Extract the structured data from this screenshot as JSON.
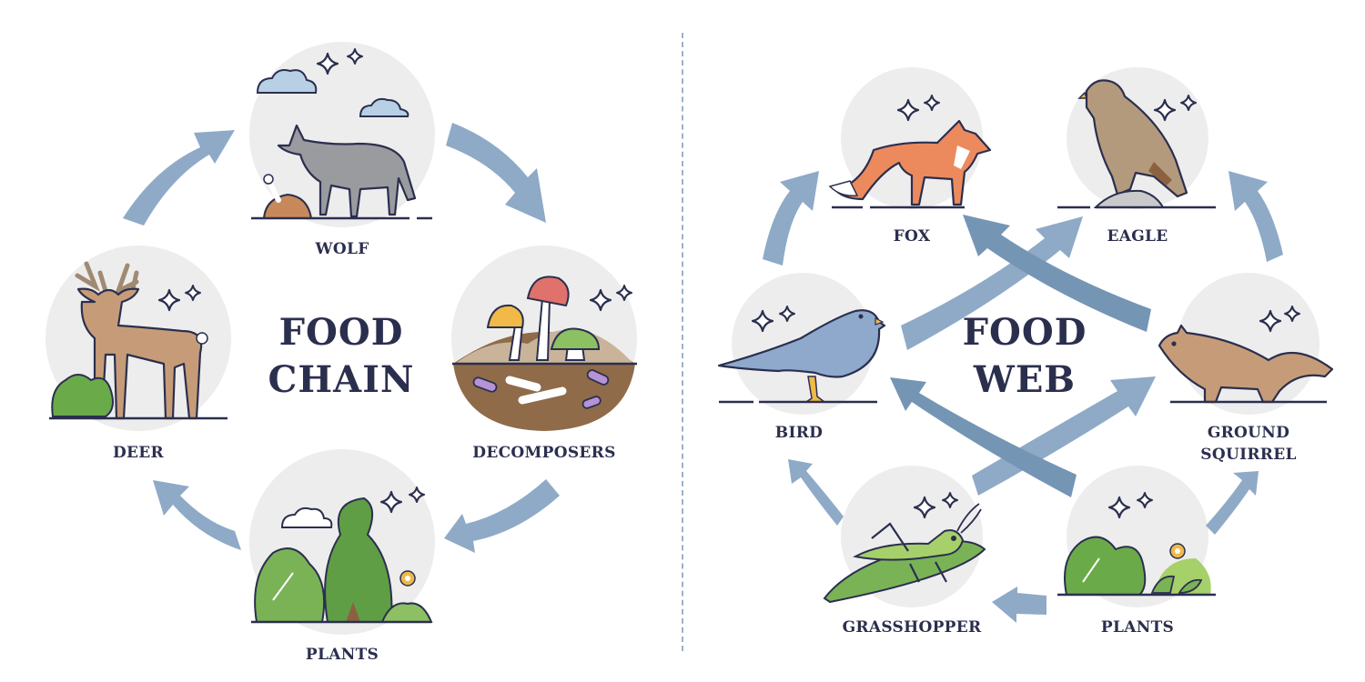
{
  "colors": {
    "text": "#2b2f4e",
    "arrow": "#8eaac7",
    "arrow_dark": "#7595b5",
    "circle_bg": "#ededee",
    "divider": "#9fb0c6",
    "outline": "#2b2f4e"
  },
  "food_chain": {
    "title_line1": "FOOD",
    "title_line2": "CHAIN",
    "nodes": [
      {
        "id": "wolf",
        "label": "WOLF",
        "icon": "wolf-icon"
      },
      {
        "id": "decomposers",
        "label": "DECOMPOSERS",
        "icon": "mushrooms-icon"
      },
      {
        "id": "plants",
        "label": "PLANTS",
        "icon": "plants-icon"
      },
      {
        "id": "deer",
        "label": "DEER",
        "icon": "deer-icon"
      }
    ],
    "arrows": [
      {
        "from": "deer",
        "to": "wolf"
      },
      {
        "from": "wolf",
        "to": "decomposers"
      },
      {
        "from": "decomposers",
        "to": "plants"
      },
      {
        "from": "plants",
        "to": "deer"
      }
    ]
  },
  "food_web": {
    "title_line1": "FOOD",
    "title_line2": "WEB",
    "nodes": [
      {
        "id": "fox",
        "label": "FOX",
        "icon": "fox-icon"
      },
      {
        "id": "eagle",
        "label": "EAGLE",
        "icon": "eagle-icon"
      },
      {
        "id": "bird",
        "label": "BIRD",
        "icon": "bird-icon"
      },
      {
        "id": "ground_squirrel",
        "label_line1": "GROUND",
        "label_line2": "SQUIRREL",
        "icon": "squirrel-icon"
      },
      {
        "id": "grasshopper",
        "label": "GRASSHOPPER",
        "icon": "grasshopper-icon"
      },
      {
        "id": "plants",
        "label": "PLANTS",
        "icon": "plants-icon"
      }
    ],
    "arrows": [
      {
        "from": "bird",
        "to": "fox"
      },
      {
        "from": "bird",
        "to": "eagle"
      },
      {
        "from": "ground_squirrel",
        "to": "fox"
      },
      {
        "from": "ground_squirrel",
        "to": "eagle"
      },
      {
        "from": "grasshopper",
        "to": "bird"
      },
      {
        "from": "grasshopper",
        "to": "ground_squirrel"
      },
      {
        "from": "plants",
        "to": "bird"
      },
      {
        "from": "plants",
        "to": "ground_squirrel"
      },
      {
        "from": "plants",
        "to": "grasshopper"
      }
    ]
  }
}
